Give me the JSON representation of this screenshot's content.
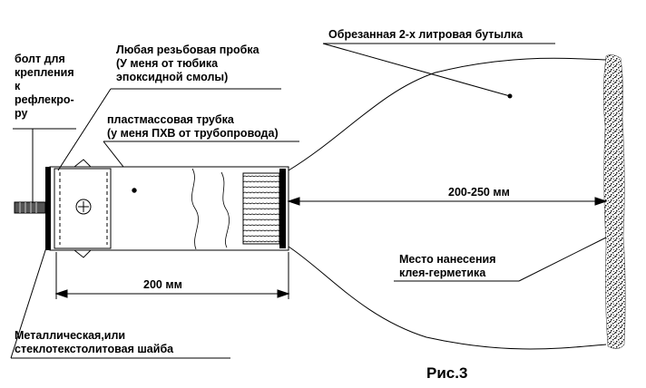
{
  "labels": {
    "bolt": "болт для\nкрепления\nк\nрефлекро-\nру",
    "cap": "Любая резьбовая пробка\n(У меня от тюбика\nэпоксидной смолы)",
    "bottle": "Обрезанная 2-х литровая бутылка",
    "tube": "пластмассовая трубка\n(у меня ПХВ от трубопровода)",
    "distance": "200-250 мм",
    "length": "200 мм",
    "glue": "Место нанесения\nклея-герметика",
    "washer": "Металлическая,или\nстеклотекстолитовая шайба",
    "figure": "Рис.3"
  },
  "colors": {
    "ink": "#000000",
    "background": "#ffffff"
  }
}
